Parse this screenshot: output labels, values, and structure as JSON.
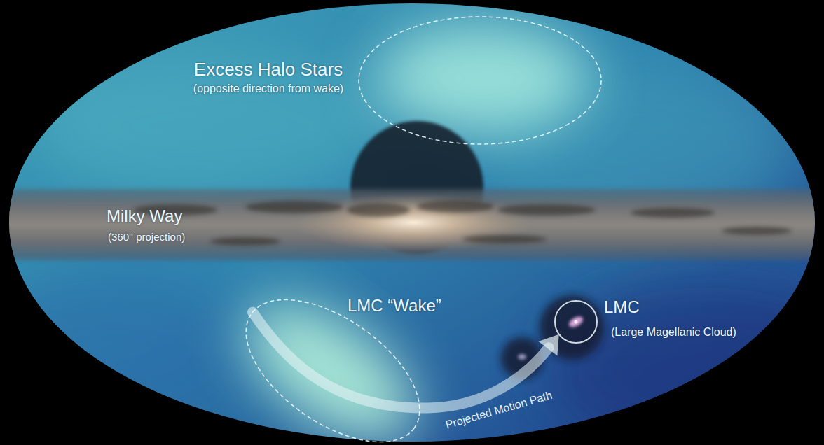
{
  "diagram": {
    "nodes": [
      {
        "text": [
          "Excess Halo Stars",
          "(opposite direction from wake)"
        ]
      },
      {
        "text": [
          "Milky Way",
          "(360° projection)"
        ]
      },
      {
        "text": [
          "LMC “Wake”"
        ]
      },
      {
        "text": [
          "LMC",
          "(Large Magellanic Cloud)"
        ]
      }
    ],
    "edges": [
      {
        "from": 2,
        "to": 3,
        "label": "Projected Motion Path",
        "arrow": "to"
      }
    ]
  }
}
